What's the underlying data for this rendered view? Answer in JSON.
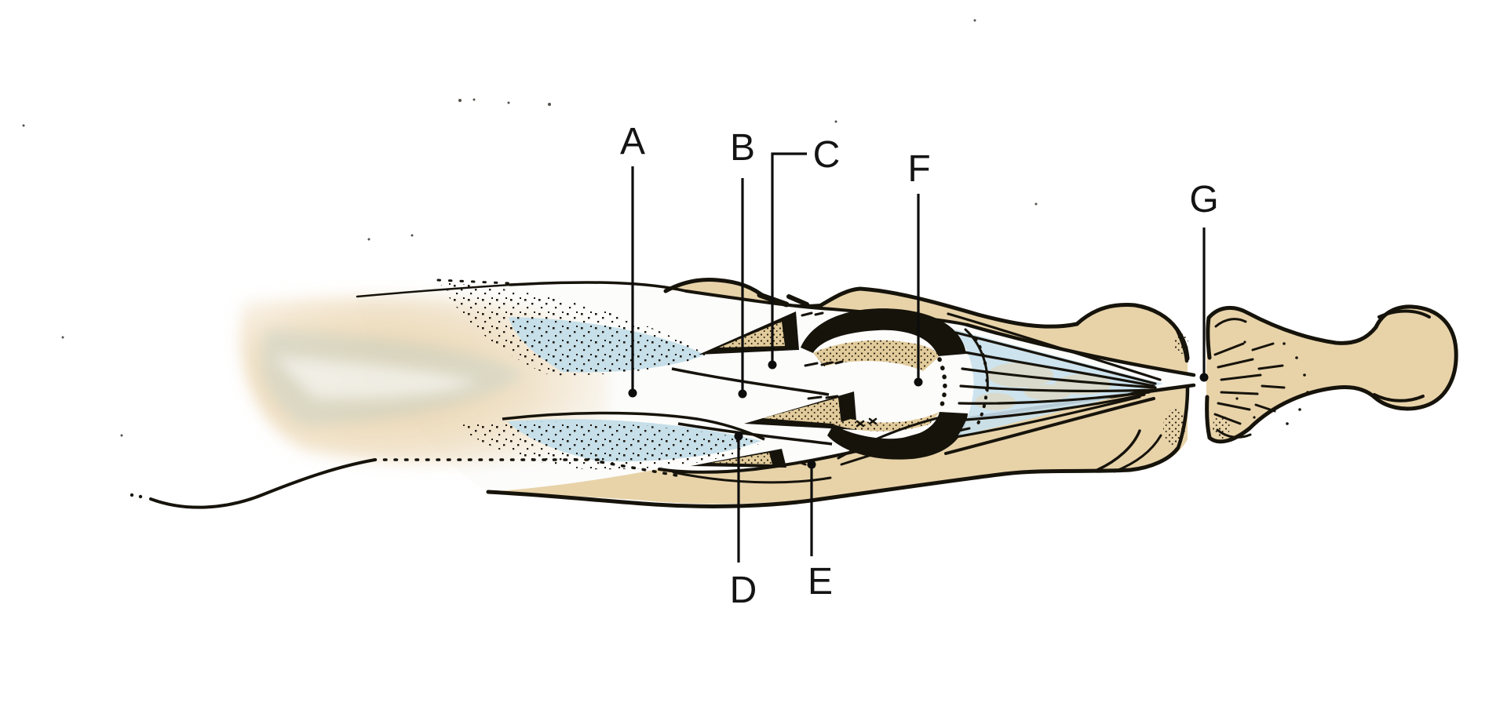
{
  "figure": {
    "alt": "Line-art anatomical illustration of a finger seen from the side: tan bones, white tendon bands, blue stippled lateral bands, black shaded wedges at the joint, and a fan of fibers; seven leader lines with end dots point to structures labeled A through G.",
    "labels": [
      {
        "letter": "A"
      },
      {
        "letter": "B"
      },
      {
        "letter": "C"
      },
      {
        "letter": "D"
      },
      {
        "letter": "E"
      },
      {
        "letter": "F"
      },
      {
        "letter": "G"
      }
    ],
    "colors": {
      "background": "#ffffff",
      "bone": "#e8d3a9",
      "bone_texture": "#e2cb9b",
      "outline": "#16130b",
      "band_blue": "#c6dfe9",
      "fan_blue": "#c8e0ec",
      "fade_tan": "#e7cda0",
      "label_text": "#141414"
    }
  }
}
